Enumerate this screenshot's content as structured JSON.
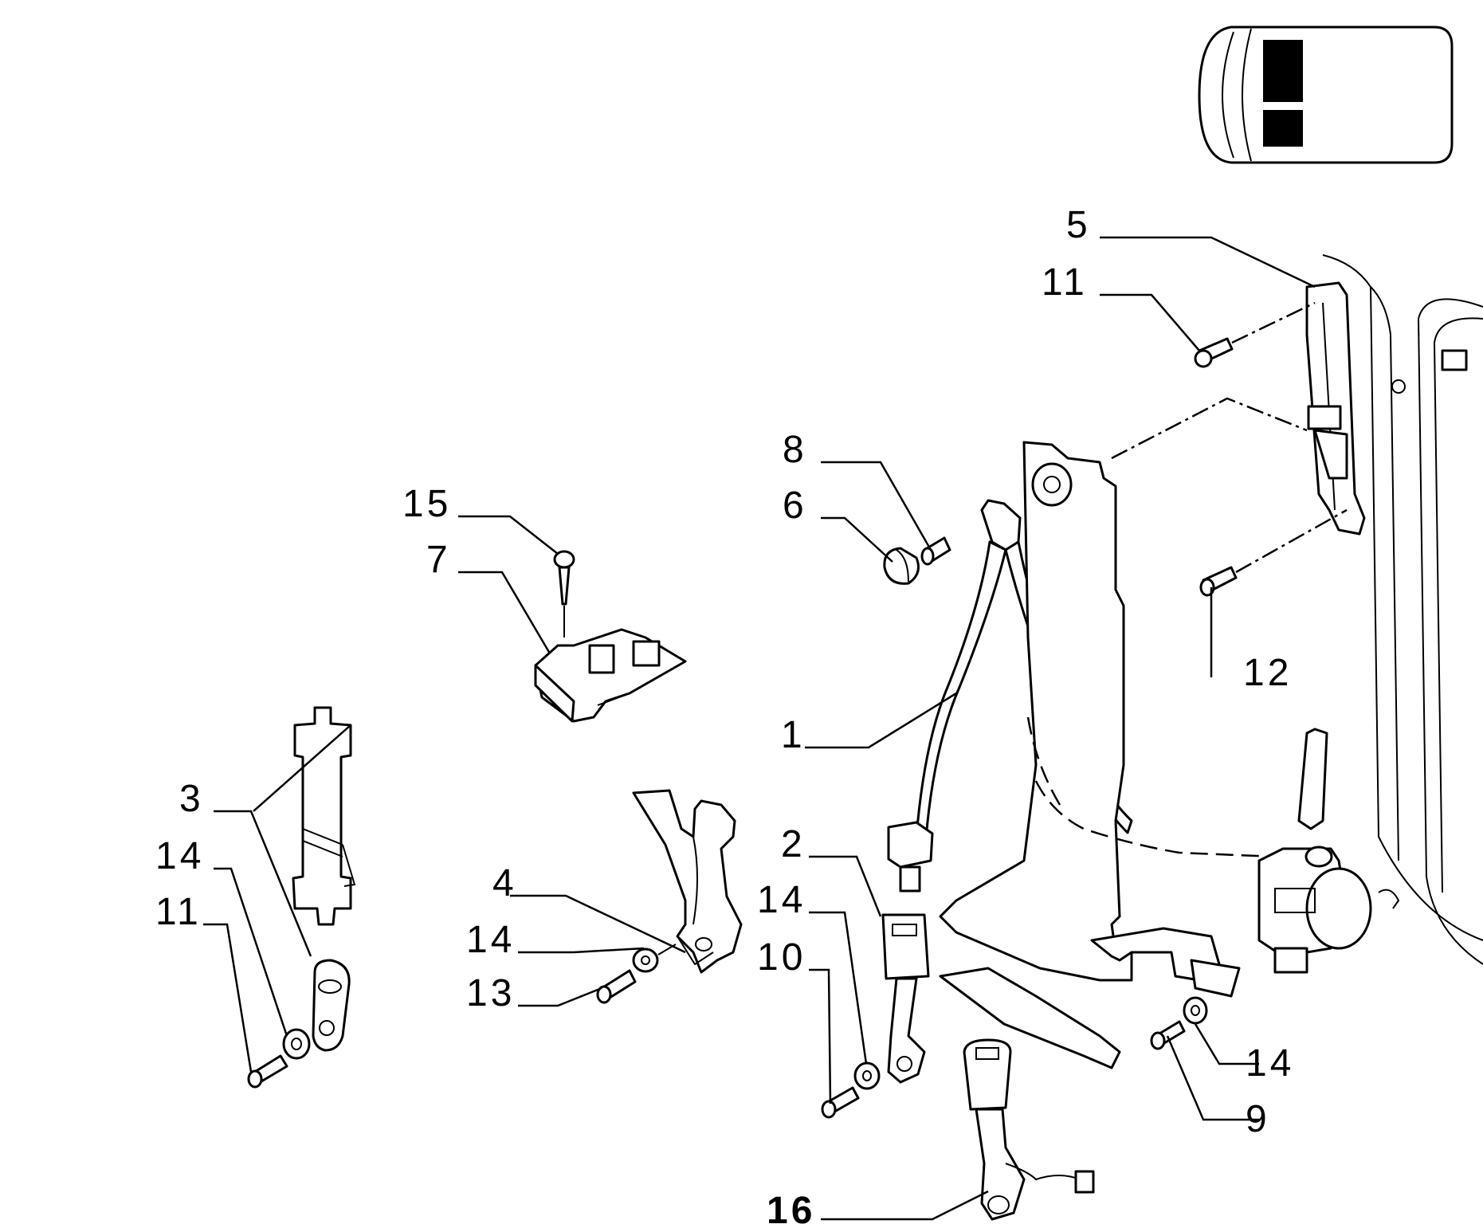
{
  "callouts": [
    {
      "id": "c1",
      "label": "1"
    },
    {
      "id": "c2",
      "label": "2"
    },
    {
      "id": "c3",
      "label": "3"
    },
    {
      "id": "c4",
      "label": "4"
    },
    {
      "id": "c5",
      "label": "5"
    },
    {
      "id": "c6",
      "label": "6"
    },
    {
      "id": "c7",
      "label": "7"
    },
    {
      "id": "c8",
      "label": "8"
    },
    {
      "id": "c9",
      "label": "9"
    },
    {
      "id": "c10",
      "label": "10"
    },
    {
      "id": "c11a",
      "label": "11"
    },
    {
      "id": "c11b",
      "label": "11"
    },
    {
      "id": "c12",
      "label": "12"
    },
    {
      "id": "c13",
      "label": "13"
    },
    {
      "id": "c14a",
      "label": "14"
    },
    {
      "id": "c14b",
      "label": "14"
    },
    {
      "id": "c14c",
      "label": "14"
    },
    {
      "id": "c14d",
      "label": "14"
    },
    {
      "id": "c15",
      "label": "15"
    },
    {
      "id": "c16",
      "label": "16"
    }
  ],
  "icons": {
    "vehicle_locator": "van-top-view-icon"
  }
}
